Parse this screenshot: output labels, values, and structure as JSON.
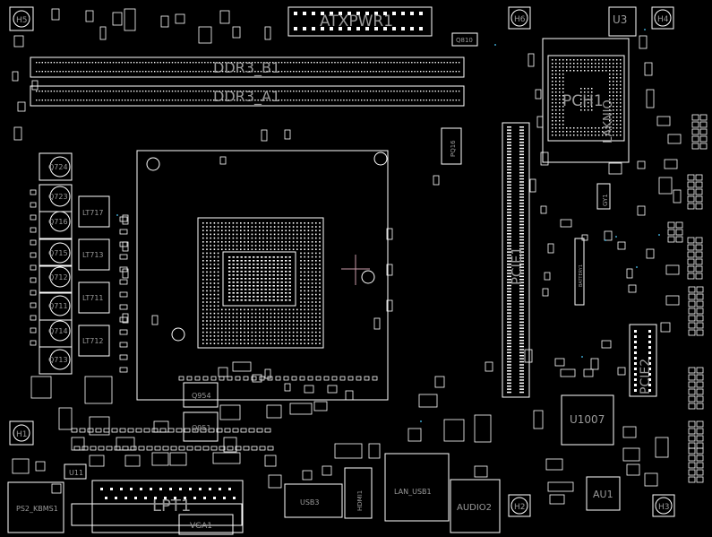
{
  "colors": {
    "background": "#000000",
    "outline": "#ffffff",
    "label": "#9a9a9a",
    "crosshair": "#c89aa8",
    "via": "#3aa0c8"
  },
  "labels": {
    "atxpwr": "ATXPWR1",
    "ddr_b": "DDR3_B1",
    "ddr_a": "DDR3_A1",
    "pch": "PCH1",
    "pch_side": "LAKNIO",
    "pcie": "PCIE1",
    "pcie2": "PCIE2",
    "u3": "U3",
    "u1007": "U1007",
    "au1": "AU1",
    "lpt": "LPT1",
    "audio": "AUDIO2",
    "ps2": "PS2_KBMS1",
    "u11": "U11",
    "usb": "USB3",
    "q954": "Q954",
    "q951": "Q951",
    "q724": "Q724",
    "q723": "Q723",
    "q716": "Q716",
    "q715": "Q715",
    "q712": "Q712",
    "q711": "Q711",
    "q714": "Q714",
    "q713": "Q713",
    "lt717": "LT717",
    "lt713": "LT713",
    "lt711": "LT711",
    "lt712": "LT712",
    "pq16": "PQ16",
    "q810": "Q810",
    "gy1": "GY1",
    "battery": "BATTERY1",
    "h5": "H5",
    "h6": "H6",
    "h4": "H4",
    "h2": "H2",
    "h3": "H3",
    "h1": "H1",
    "vga": "VGA1",
    "lan": "LAN_USB1",
    "hdmi": "HDMI1",
    "q714b": "Q714"
  }
}
